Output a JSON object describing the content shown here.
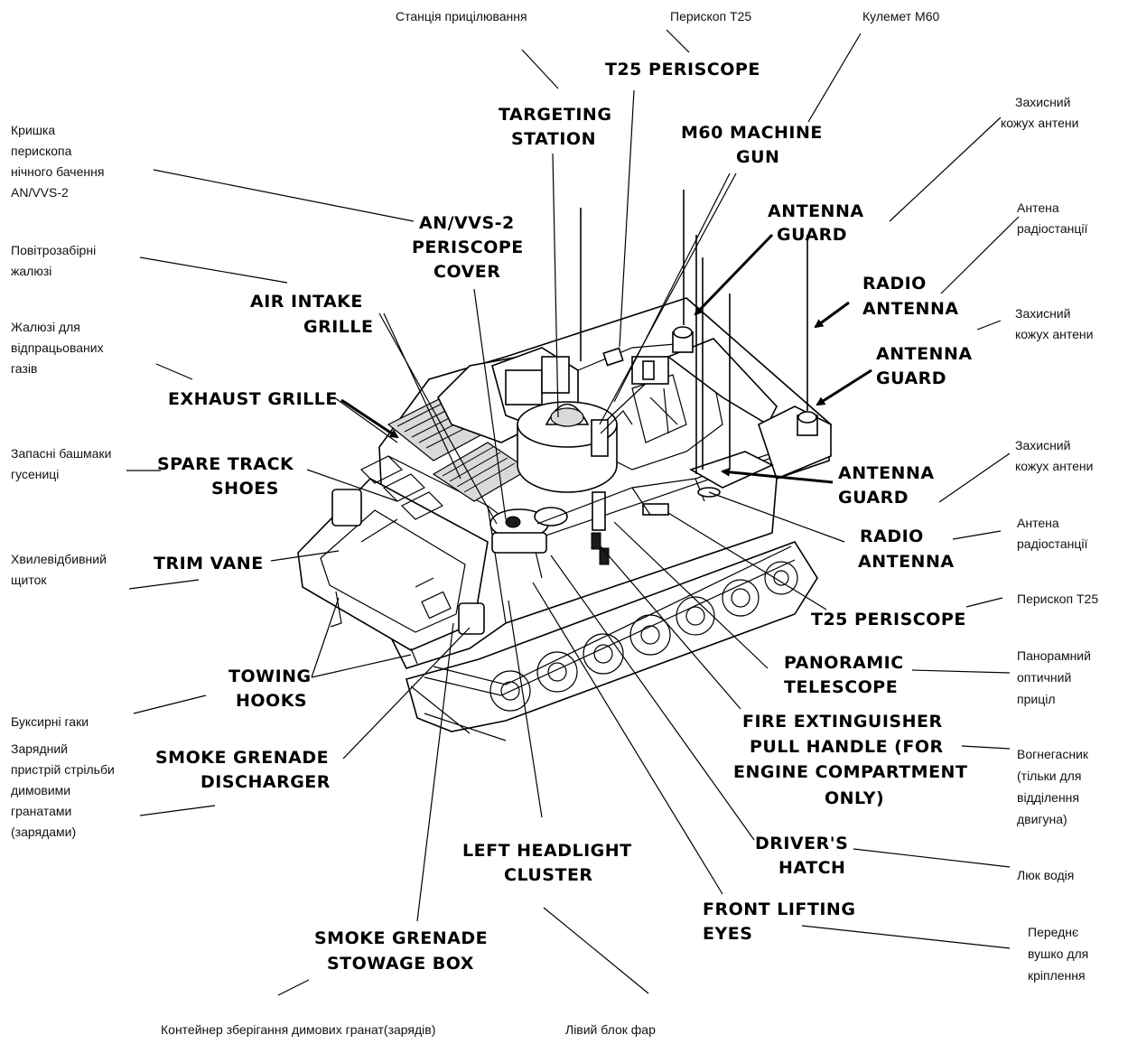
{
  "ukrainian_labels": {
    "targeting_station": "Станція прицілювання",
    "t25_periscope_top": "Перископ Т25",
    "m60_machine_gun": "Кулемет М60",
    "antenna_guard_1": [
      "Захисний",
      "кожух антени"
    ],
    "periscope_cover": [
      "Кришка",
      "перископа",
      "нічного бачення",
      "AN/VVS-2"
    ],
    "radio_antenna_1": [
      "Антена",
      "радіостанції"
    ],
    "air_intake": [
      "Повітрозабірні",
      "жалюзі"
    ],
    "antenna_guard_2": [
      "Захисний",
      "кожух антени"
    ],
    "exhaust": [
      "Жалюзі для",
      "відпрацьованих",
      "газів"
    ],
    "spare_track_shoes": [
      "Запасні башмаки",
      "гусениці"
    ],
    "antenna_guard_3": [
      "Захисний",
      "кожух антени"
    ],
    "radio_antenna_2": [
      "Антена",
      "радіостанції"
    ],
    "trim_vane": [
      "Хвилевідбивний",
      "щиток"
    ],
    "t25_periscope_right": "Перископ Т25",
    "panoramic_telescope": [
      "Панорамний",
      "оптичний",
      "приціл"
    ],
    "towing_hooks": "Буксирні гаки",
    "smoke_discharger": [
      "Зарядний",
      "пристрій стрільби",
      "димовими",
      "гранатами",
      "(зарядами)"
    ],
    "fire_extinguisher": [
      "Вогнегасник",
      "(тільки для",
      "відділення",
      "двигуна)"
    ],
    "drivers_hatch": "Люк водія",
    "front_lifting_eyes": [
      "Переднє",
      "вушко для",
      "кріплення"
    ],
    "smoke_stowage_box": "Контейнер зберігання димових гранат(зарядів)",
    "left_headlight": "Лівий блок фар"
  },
  "english_labels": {
    "t25_periscope_top": "T25 PERISCOPE",
    "targeting_station": [
      "TARGETING",
      "STATION"
    ],
    "m60_machine_gun": [
      "M60 MACHINE",
      "GUN"
    ],
    "antenna_guard_1": [
      "ANTENNA",
      "GUARD"
    ],
    "periscope_cover": [
      "AN/VVS-2",
      "PERISCOPE",
      "COVER"
    ],
    "radio_antenna_1": [
      "RADIO",
      "ANTENNA"
    ],
    "air_intake": [
      "AIR INTAKE",
      "GRILLE"
    ],
    "antenna_guard_2": [
      "ANTENNA",
      "GUARD"
    ],
    "exhaust": "EXHAUST GRILLE",
    "spare_track_shoes": [
      "SPARE TRACK",
      "SHOES"
    ],
    "antenna_guard_3": [
      "ANTENNA",
      "GUARD"
    ],
    "radio_antenna_2": [
      "RADIO",
      "ANTENNA"
    ],
    "trim_vane": "TRIM VANE",
    "t25_periscope_right": "T25 PERISCOPE",
    "panoramic_telescope": [
      "PANORAMIC",
      "TELESCOPE"
    ],
    "towing_hooks": [
      "TOWING",
      "HOOKS"
    ],
    "fire_extinguisher": [
      "FIRE EXTINGUISHER",
      "PULL HANDLE (FOR",
      "ENGINE COMPARTMENT",
      "ONLY)"
    ],
    "smoke_discharger": [
      "SMOKE GRENADE",
      "DISCHARGER"
    ],
    "drivers_hatch": [
      "DRIVER'S",
      "HATCH"
    ],
    "left_headlight": [
      "LEFT HEADLIGHT",
      "CLUSTER"
    ],
    "front_lifting_eyes": [
      "FRONT LIFTING",
      "EYES"
    ],
    "smoke_stowage_box": [
      "SMOKE GRENADE",
      "STOWAGE BOX"
    ]
  }
}
